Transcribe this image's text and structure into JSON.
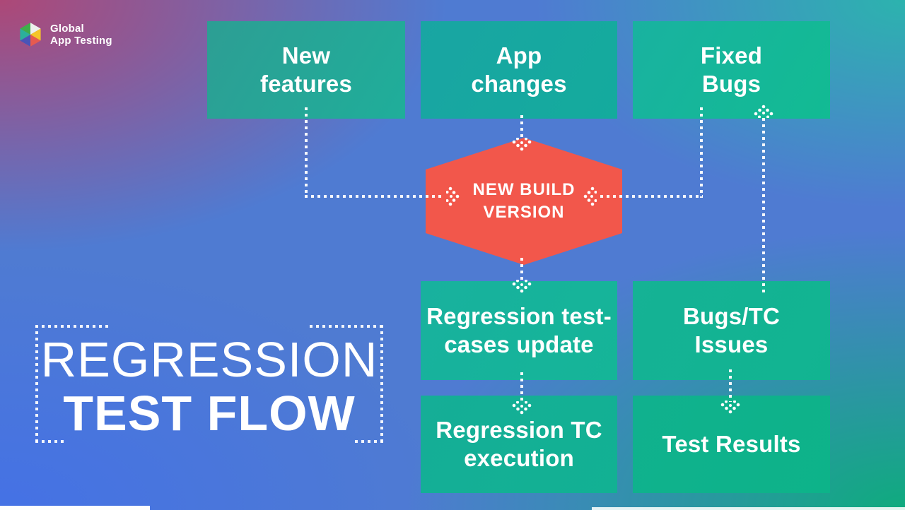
{
  "logo": {
    "line1": "Global",
    "line2": "App Testing"
  },
  "title": {
    "line1": "REGRESSION",
    "line2": "TEST FLOW"
  },
  "flow": {
    "hexagon": {
      "line1": "NEW BUILD",
      "line2": "VERSION"
    },
    "boxes": [
      {
        "id": "new-features",
        "line1": "New",
        "line2": "features"
      },
      {
        "id": "app-changes",
        "line1": "App",
        "line2": "changes"
      },
      {
        "id": "fixed-bugs",
        "line1": "Fixed",
        "line2": "Bugs"
      },
      {
        "id": "regression-tc-update",
        "line1": "Regression test-",
        "line2": "cases update"
      },
      {
        "id": "bugs-tc-issues",
        "line1": "Bugs/TC",
        "line2": "Issues"
      },
      {
        "id": "regression-tc-execution",
        "line1": "Regression TC",
        "line2": "execution"
      },
      {
        "id": "test-results",
        "line1": "Test Results",
        "line2": ""
      }
    ],
    "connections": [
      {
        "from": "new-features",
        "to": "new-build-version"
      },
      {
        "from": "app-changes",
        "to": "new-build-version"
      },
      {
        "from": "fixed-bugs",
        "to": "new-build-version"
      },
      {
        "from": "new-build-version",
        "to": "regression-tc-update"
      },
      {
        "from": "regression-tc-update",
        "to": "regression-tc-execution"
      },
      {
        "from": "bugs-tc-issues",
        "to": "fixed-bugs"
      },
      {
        "from": "bugs-tc-issues",
        "to": "test-results"
      }
    ]
  },
  "colors": {
    "box_green": "#14b295",
    "hexagon_red": "#f2574b",
    "arrow_white": "#ffffff",
    "bg_top_left": "#ad4877",
    "bg_top_right": "#2cb3ae",
    "bg_bottom_left": "#4471e6",
    "bg_bottom_right": "#0fab7e"
  }
}
